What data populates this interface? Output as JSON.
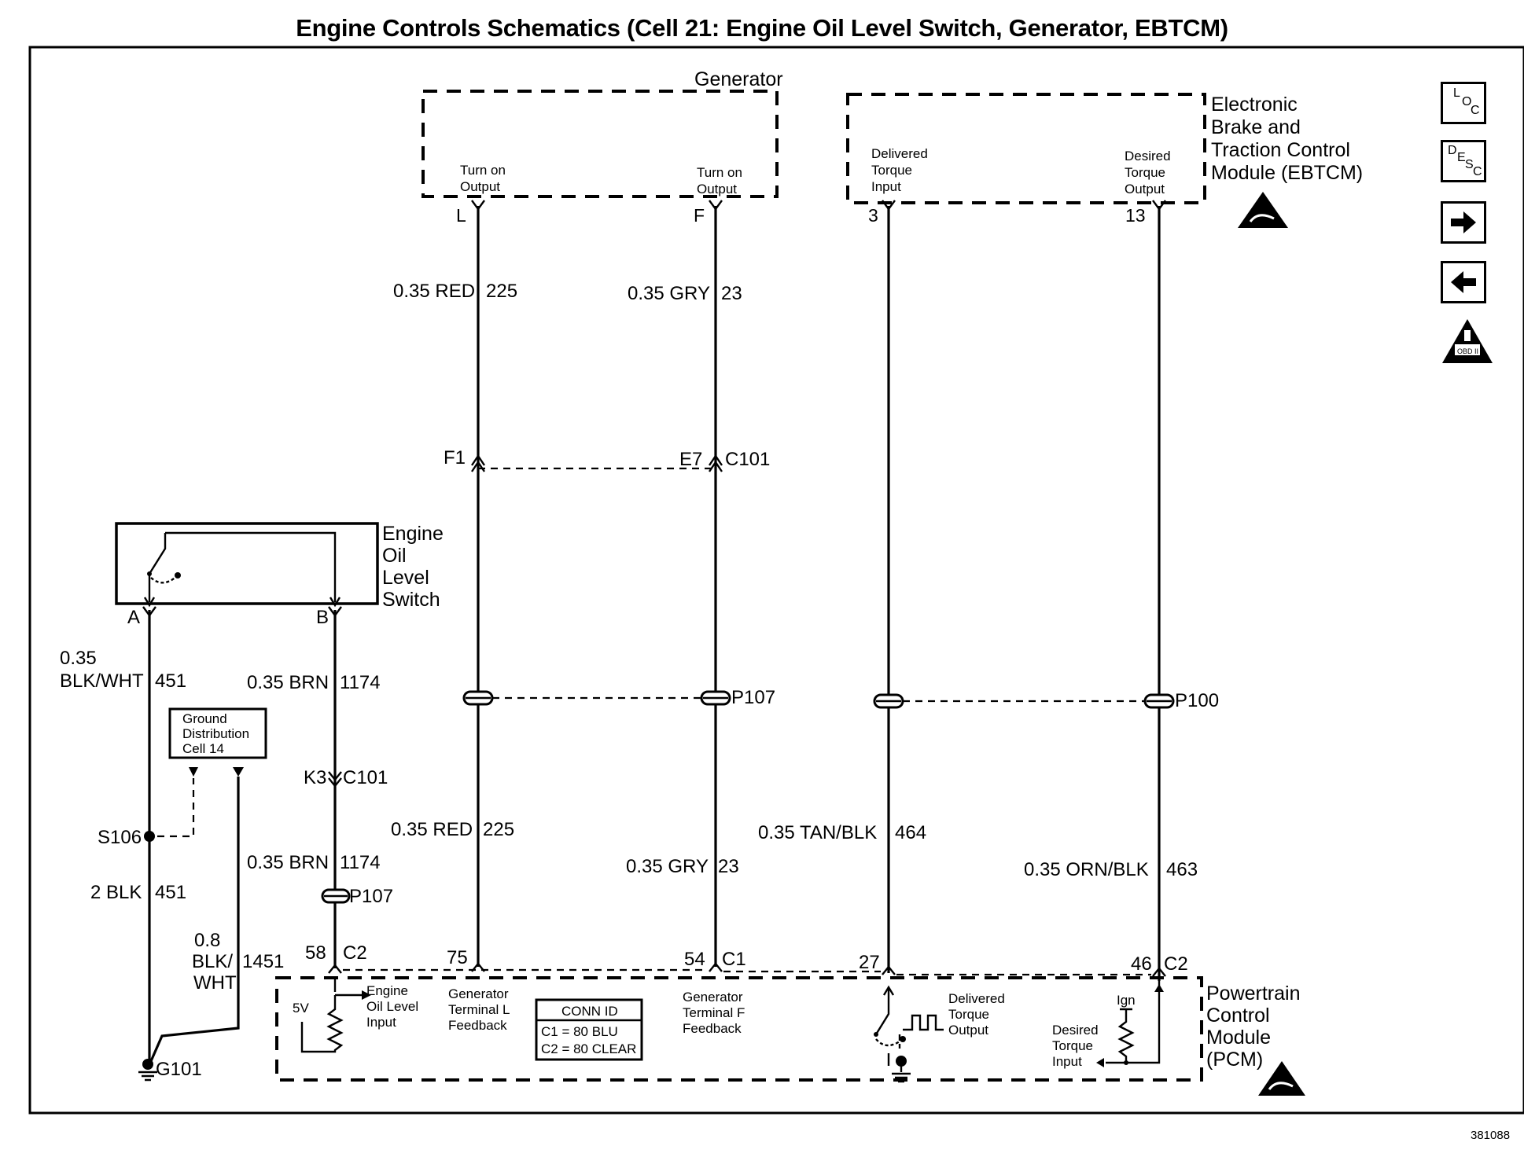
{
  "title": "Engine Controls Schematics (Cell 21: Engine Oil Level Switch, Generator, EBTCM)",
  "doc_id": "381088",
  "generator": {
    "name": "Generator",
    "pin_l_desc": [
      "Turn on",
      "Output"
    ],
    "pin_f_desc": [
      "Turn on",
      "Output"
    ],
    "pin_l": "L",
    "pin_f": "F"
  },
  "ebtcm": {
    "name": [
      "Electronic",
      "Brake and",
      "Traction Control",
      "Module (EBTCM)"
    ],
    "pin3_desc": [
      "Delivered",
      "Torque",
      "Input"
    ],
    "pin13_desc": [
      "Desired",
      "Torque",
      "Output"
    ],
    "pin3": "3",
    "pin13": "13"
  },
  "oil_switch": {
    "name": [
      "Engine",
      "Oil",
      "Level",
      "Switch"
    ],
    "pin_a": "A",
    "pin_b": "B"
  },
  "ground_dist": [
    "Ground",
    "Distribution",
    "Cell 14"
  ],
  "wires": {
    "w225_gauge": "0.35 RED",
    "w225_num": "225",
    "w23_gauge": "0.35 GRY",
    "w23_num": "23",
    "w451_gauge_1": "0.35",
    "w451_gauge_2": "BLK/WHT",
    "w451_num": "451",
    "w1174_gauge": "0.35 BRN",
    "w1174_num": "1174",
    "w464_gauge": "0.35 TAN/BLK",
    "w464_num": "464",
    "w463_gauge": "0.35 ORN/BLK",
    "w463_num": "463",
    "w451b_gauge": "2 BLK",
    "w451b_num": "451",
    "w1451_gauge": [
      "0.8",
      "BLK/",
      "WHT"
    ],
    "w1451_num": "1451"
  },
  "connectors": {
    "f1": "F1",
    "e7": "E7",
    "c101": "C101",
    "p107": "P107",
    "p100": "P100",
    "k3": "K3",
    "s106": "S106",
    "g101": "G101",
    "pin58": "58",
    "c2": "C2",
    "pin75": "75",
    "pin54": "54",
    "c1": "C1",
    "pin27": "27",
    "pin46": "46"
  },
  "pcm": {
    "name": [
      "Powertrain",
      "Control",
      "Module",
      "(PCM)"
    ],
    "v5": "5V",
    "oil_input": [
      "Engine",
      "Oil Level",
      "Input"
    ],
    "gen_l_fb": [
      "Generator",
      "Terminal L",
      "Feedback"
    ],
    "gen_f_fb": [
      "Generator",
      "Terminal F",
      "Feedback"
    ],
    "conn_id_title": "CONN ID",
    "conn_id_c1": "C1 = 80 BLU",
    "conn_id_c2": "C2 = 80 CLEAR",
    "delivered_out": [
      "Delivered",
      "Torque",
      "Output"
    ],
    "desired_in": [
      "Desired",
      "Torque",
      "Input"
    ],
    "ign": "Ign"
  },
  "nav_icons": {
    "loc": [
      "L",
      "O",
      "C"
    ],
    "desc": [
      "D",
      "E",
      "S",
      "C"
    ],
    "obd": "OBD II"
  }
}
